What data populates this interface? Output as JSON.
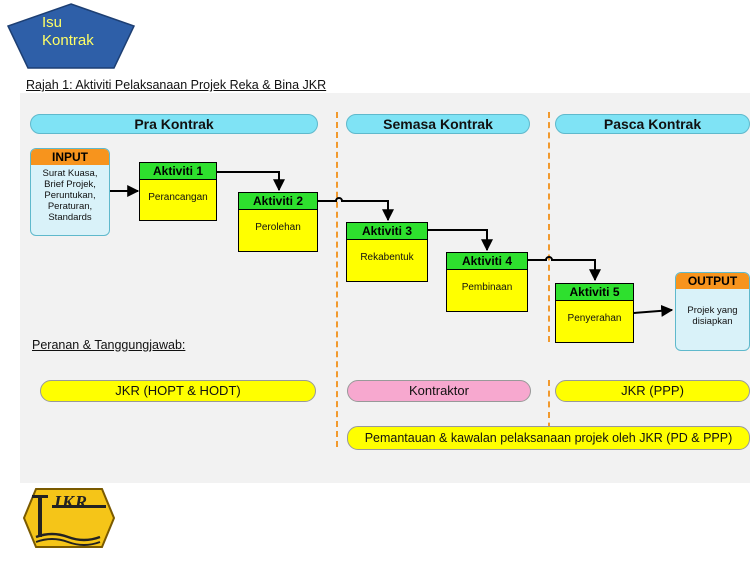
{
  "badge": {
    "title": "Isu Kontrak"
  },
  "figure": {
    "caption": "Rajah 1: Aktiviti Pelaksanaan Projek Reka & Bina JKR",
    "phases": [
      "Pra Kontrak",
      "Semasa Kontrak",
      "Pasca Kontrak"
    ],
    "input": {
      "title": "INPUT",
      "lines": [
        "Surat Kuasa,",
        "Brief Projek,",
        "Peruntukan,",
        "Peraturan,",
        "Standards"
      ]
    },
    "activities": [
      {
        "title": "Aktiviti 1",
        "label": "Perancangan"
      },
      {
        "title": "Aktiviti 2",
        "label": "Perolehan"
      },
      {
        "title": "Aktiviti 3",
        "label": "Rekabentuk"
      },
      {
        "title": "Aktiviti 4",
        "label": "Pembinaan"
      },
      {
        "title": "Aktiviti 5",
        "label": "Penyerahan"
      }
    ],
    "output": {
      "title": "OUTPUT",
      "lines": [
        "Projek yang",
        "disiapkan"
      ]
    },
    "roles_heading": "Peranan & Tanggungjawab:",
    "roles": [
      {
        "label": "JKR (HOPT & HODT)",
        "color": "#ffff00"
      },
      {
        "label": "Kontraktor",
        "color": "#f7a8cf"
      },
      {
        "label": "JKR (PPP)",
        "color": "#ffff00"
      }
    ],
    "monitoring": "Pemantauan & kawalan pelaksanaan projek oleh JKR (PD & PPP)"
  },
  "logo": {
    "text": "JKR"
  }
}
